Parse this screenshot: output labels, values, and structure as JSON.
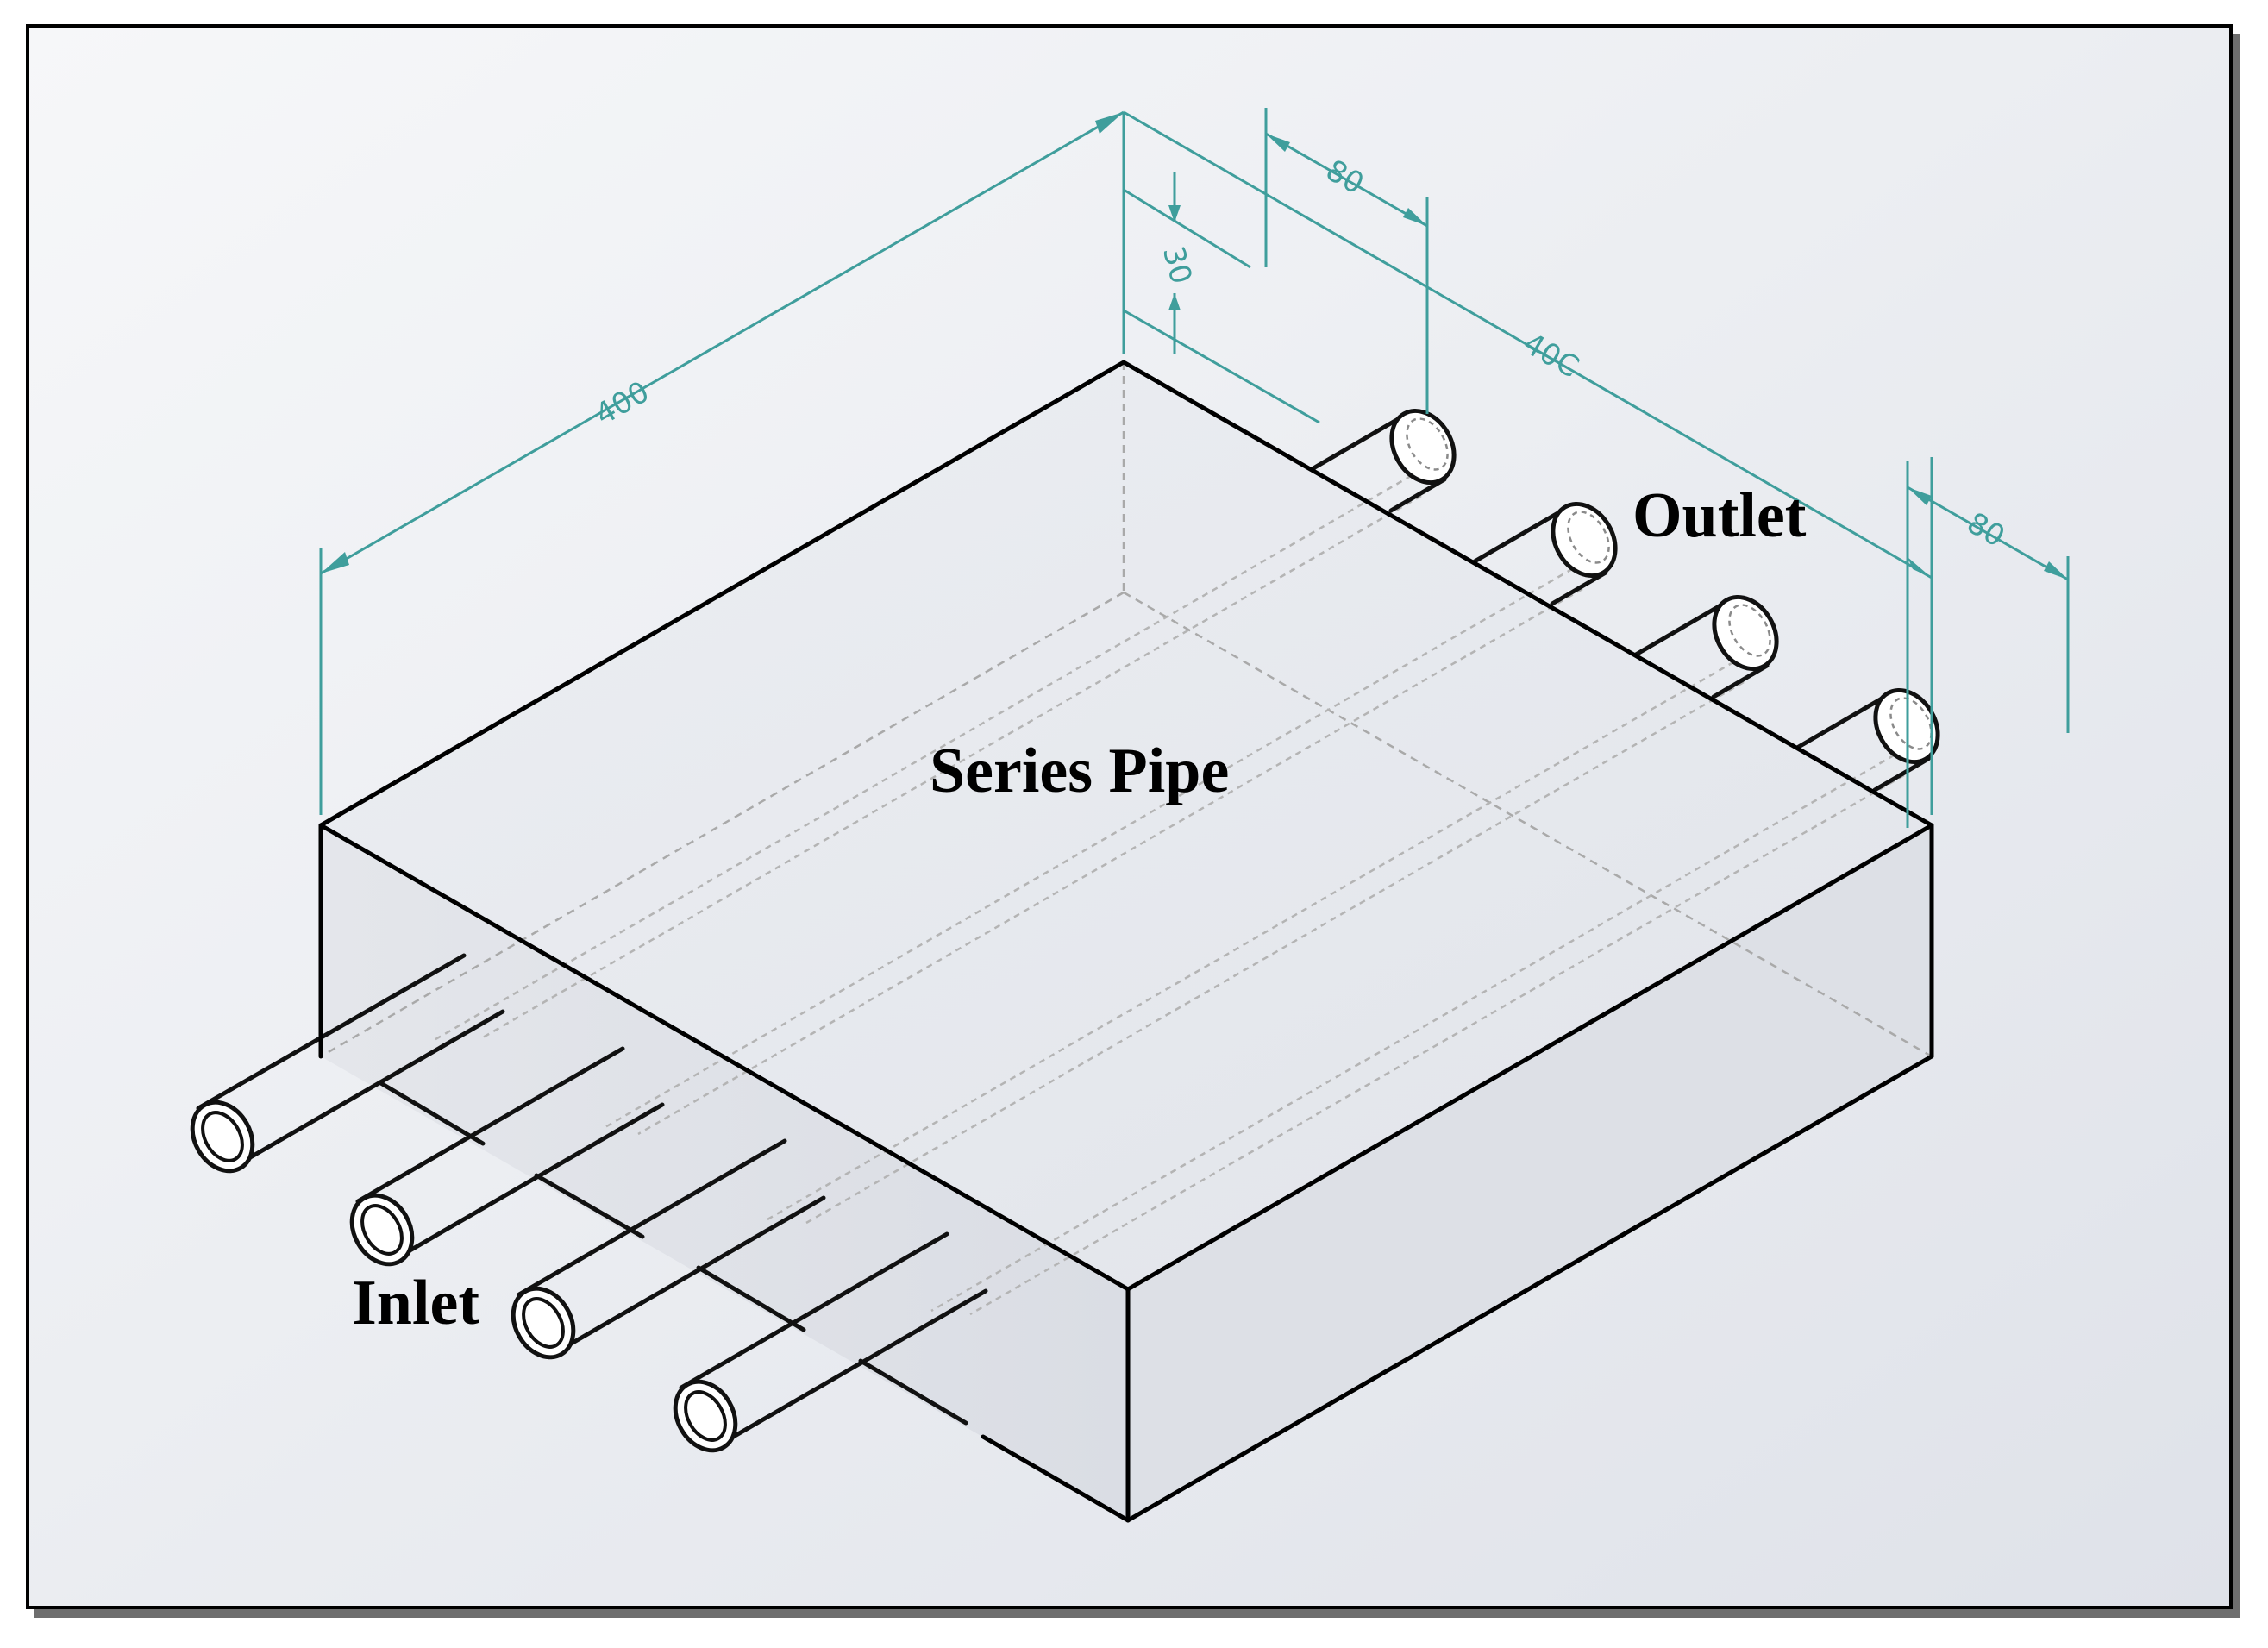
{
  "labels": {
    "center": "Series Pipe",
    "outlet": "Outlet",
    "inlet": "Inlet"
  },
  "dimensions": {
    "length_left": "400",
    "length_right": "40C",
    "pipe_spacing_top": "80",
    "pipe_spacing_right": "80",
    "pipe_depth": "30"
  },
  "colors": {
    "dimension": "#3f9e9c",
    "edge": "#000000",
    "hidden": "#a9a9a9",
    "background": "#ffffff"
  },
  "counts": {
    "inlet_pipes": 4,
    "outlet_pipes": 4
  }
}
